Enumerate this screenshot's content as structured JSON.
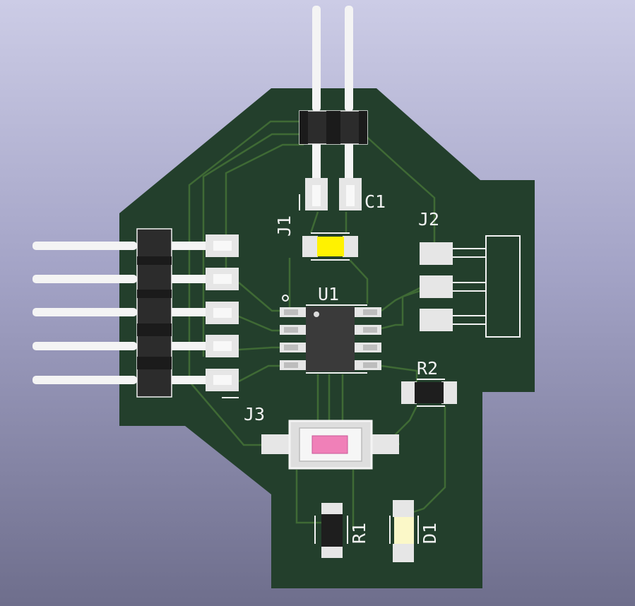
{
  "colors": {
    "background_top": "#cccce6",
    "background_bottom": "#6e6e8c",
    "board": "#233f2c",
    "trace": "#3f6a35",
    "pad": "#e6e6e6",
    "pin": "#f4f4f4",
    "header_body": "#2c2c2c",
    "ic_body": "#3a3a3a",
    "led_lit": "#fff200",
    "led_dim": "#fbf8c8",
    "switch_actuator": "#f080b8",
    "silkscreen": "#f2f2f2"
  },
  "labels": {
    "j1": "J1",
    "c1": "C1",
    "j2": "J2",
    "u1": "U1",
    "j3": "J3",
    "r2": "R2",
    "r1": "R1",
    "d1": "D1"
  }
}
